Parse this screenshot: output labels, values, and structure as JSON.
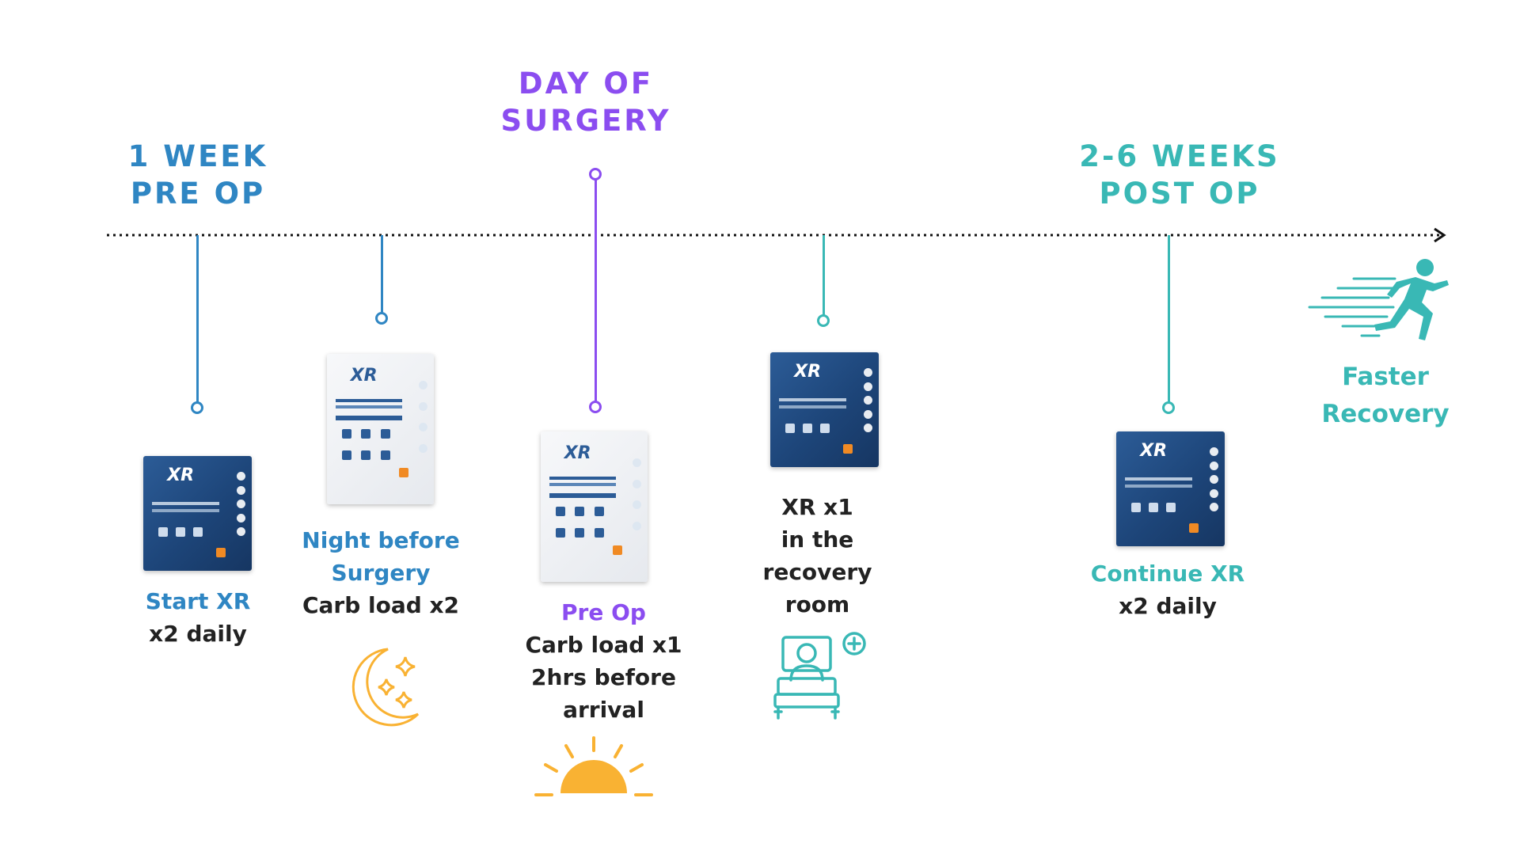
{
  "phases": {
    "pre_op_week": [
      "1 WEEK",
      "PRE OP"
    ],
    "surgery_day": [
      "DAY OF",
      "SURGERY"
    ],
    "post_op": [
      "2-6 WEEKS",
      "POST OP"
    ]
  },
  "steps": {
    "start": {
      "title": "Start XR",
      "detail": "x2 daily",
      "product": "xr"
    },
    "night": {
      "title_lines": [
        "Night before",
        "Surgery"
      ],
      "detail": "Carb load x2",
      "product": "carb-loading",
      "icon": "moon-stars-icon"
    },
    "preop": {
      "title": "Pre Op",
      "detail_lines": [
        "Carb load x1",
        "2hrs before",
        "arrival"
      ],
      "product": "carb-loading",
      "icon": "sunrise-icon"
    },
    "recovery": {
      "detail_lines": [
        "XR x1",
        "in the",
        "recovery",
        "room"
      ],
      "product": "xr",
      "icon": "hospital-bed-icon"
    },
    "continue": {
      "title": "Continue XR",
      "detail": "x2 daily",
      "product": "xr"
    },
    "outcome": {
      "title_lines": [
        "Faster",
        "Recovery"
      ],
      "icon": "running-person-icon"
    }
  },
  "colors": {
    "blue": "#2f86c3",
    "purple": "#8b4df0",
    "teal": "#39b8b5",
    "orange": "#f9b233",
    "dark_text": "#222222"
  }
}
